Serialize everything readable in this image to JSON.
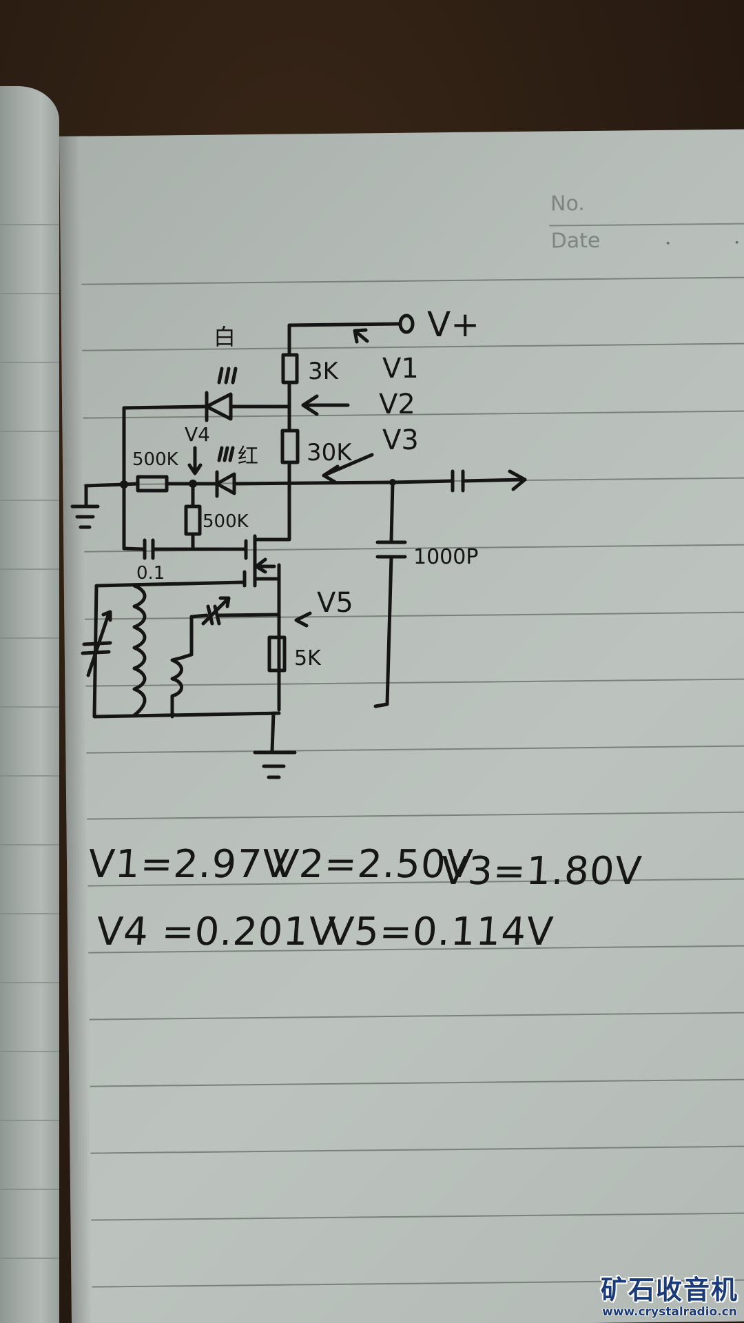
{
  "notebook": {
    "header": {
      "no_label": "No.",
      "date_label": "Date"
    }
  },
  "circuit": {
    "supply_label": "V+",
    "components": {
      "r_top": "3K",
      "r_drain": "30K",
      "r_bias_series": "500K",
      "r_bias_shunt": "500K",
      "r_source": "5K",
      "c_coupling": "0.1",
      "c_bypass": "1000P",
      "led_white": "白",
      "led_red": "红",
      "led_rays": "///"
    },
    "probes": [
      "V1",
      "V2",
      "V3",
      "V4",
      "V5"
    ]
  },
  "measurements": {
    "line1": [
      {
        "name": "V1",
        "value": "2.97V",
        "text": "V1=2.97V"
      },
      {
        "name": "V2",
        "value": "2.50V",
        "text": "V2=2.50V"
      },
      {
        "name": "V3",
        "value": "1.80V",
        "text": "V3=1.80V"
      }
    ],
    "line2": [
      {
        "name": "V4",
        "value": "0.201V",
        "text": "V4 =0.201V"
      },
      {
        "name": "V5",
        "value": "0.114V",
        "text": "V5=0.114V"
      }
    ]
  },
  "watermark": {
    "title": "矿石收音机",
    "url": "www.crystalradio.cn",
    "color": "#1a3a7a"
  }
}
